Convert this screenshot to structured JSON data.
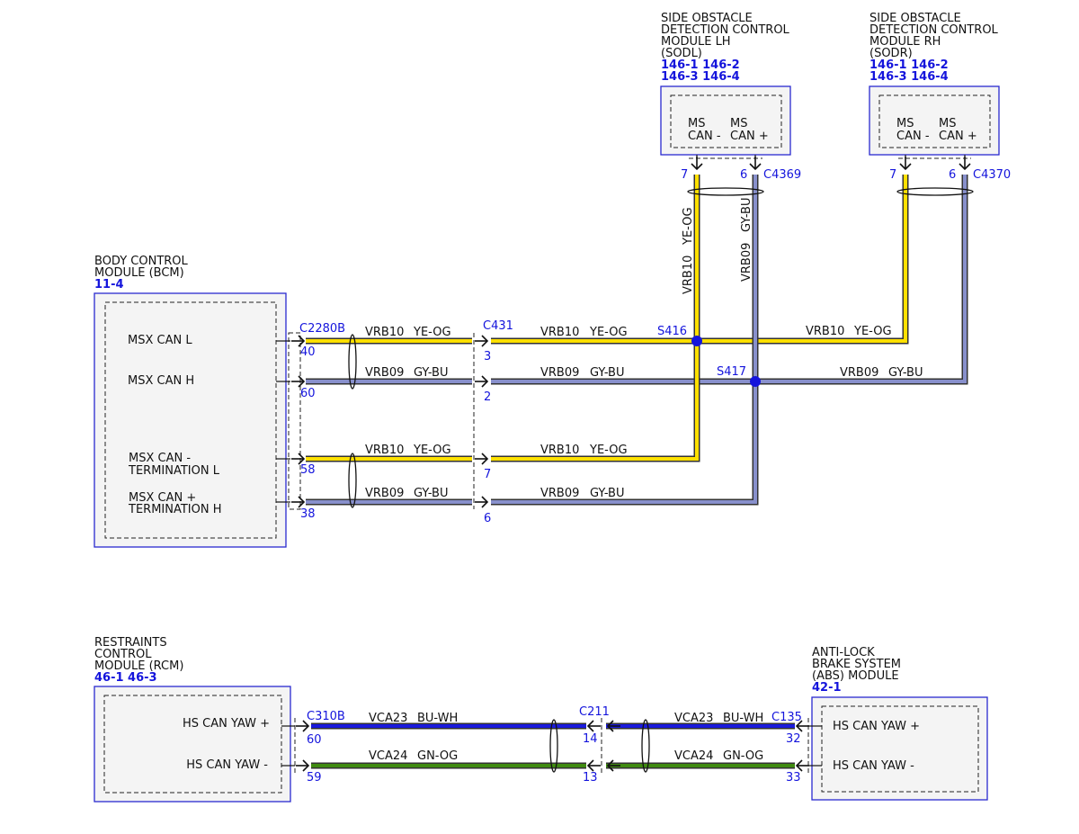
{
  "colors": {
    "ye_og": "#ffe000",
    "gy_bu": "#8890cc",
    "bu_wh": "#1a1adc",
    "gn_og": "#3f8a10",
    "wire_edge": "#333333",
    "label_blue": "#1414dc",
    "splice": "#1414dc"
  },
  "modules": {
    "bcm": {
      "name_lines": [
        "BODY CONTROL",
        "MODULE (BCM)"
      ],
      "ref": "11-4",
      "pins": [
        "MSX CAN L",
        "MSX CAN H",
        "MSX CAN -",
        "TERMINATION L",
        "MSX CAN +",
        "TERMINATION H"
      ]
    },
    "sodl": {
      "name_lines": [
        "SIDE OBSTACLE",
        "DETECTION CONTROL",
        "MODULE LH",
        "(SODL)"
      ],
      "refs": [
        "146-1 146-2",
        "146-3 146-4"
      ],
      "pin_a": [
        "MS",
        "CAN -"
      ],
      "pin_b": [
        "MS",
        "CAN +"
      ]
    },
    "sodr": {
      "name_lines": [
        "SIDE OBSTACLE",
        "DETECTION CONTROL",
        "MODULE RH",
        "(SODR)"
      ],
      "refs": [
        "146-1 146-2",
        "146-3 146-4"
      ],
      "pin_a": [
        "MS",
        "CAN -"
      ],
      "pin_b": [
        "MS",
        "CAN +"
      ]
    },
    "rcm": {
      "name_lines": [
        "RESTRAINTS",
        "CONTROL",
        "MODULE (RCM)"
      ],
      "ref": "46-1  46-3",
      "pins": [
        "HS CAN YAW +",
        "HS CAN YAW -"
      ]
    },
    "abs": {
      "name_lines": [
        "ANTI-LOCK",
        "BRAKE SYSTEM",
        "(ABS) MODULE"
      ],
      "ref": "42-1",
      "pins": [
        "HS CAN YAW +",
        "HS CAN YAW -"
      ]
    }
  },
  "connectors": {
    "c2280b": {
      "name": "C2280B",
      "pins": [
        "40",
        "60",
        "58",
        "38"
      ]
    },
    "c431": {
      "name": "C431",
      "pins": [
        "3",
        "2",
        "7",
        "6"
      ]
    },
    "c4369": {
      "name": "C4369",
      "pins": [
        "7",
        "6"
      ]
    },
    "c4370": {
      "name": "C4370",
      "pins": [
        "7",
        "6"
      ]
    },
    "c310b": {
      "name": "C310B",
      "pins": [
        "60",
        "59"
      ]
    },
    "c211": {
      "name": "C211",
      "pins": [
        "14",
        "13"
      ]
    },
    "c135": {
      "name": "C135",
      "pins": [
        "32",
        "33"
      ]
    }
  },
  "splices": {
    "s416": "S416",
    "s417": "S417"
  },
  "wires": {
    "vrb10": {
      "circuit": "VRB10",
      "color": "YE-OG"
    },
    "vrb09": {
      "circuit": "VRB09",
      "color": "GY-BU"
    },
    "vca23": {
      "circuit": "VCA23",
      "color": "BU-WH"
    },
    "vca24": {
      "circuit": "VCA24",
      "color": "GN-OG"
    }
  }
}
